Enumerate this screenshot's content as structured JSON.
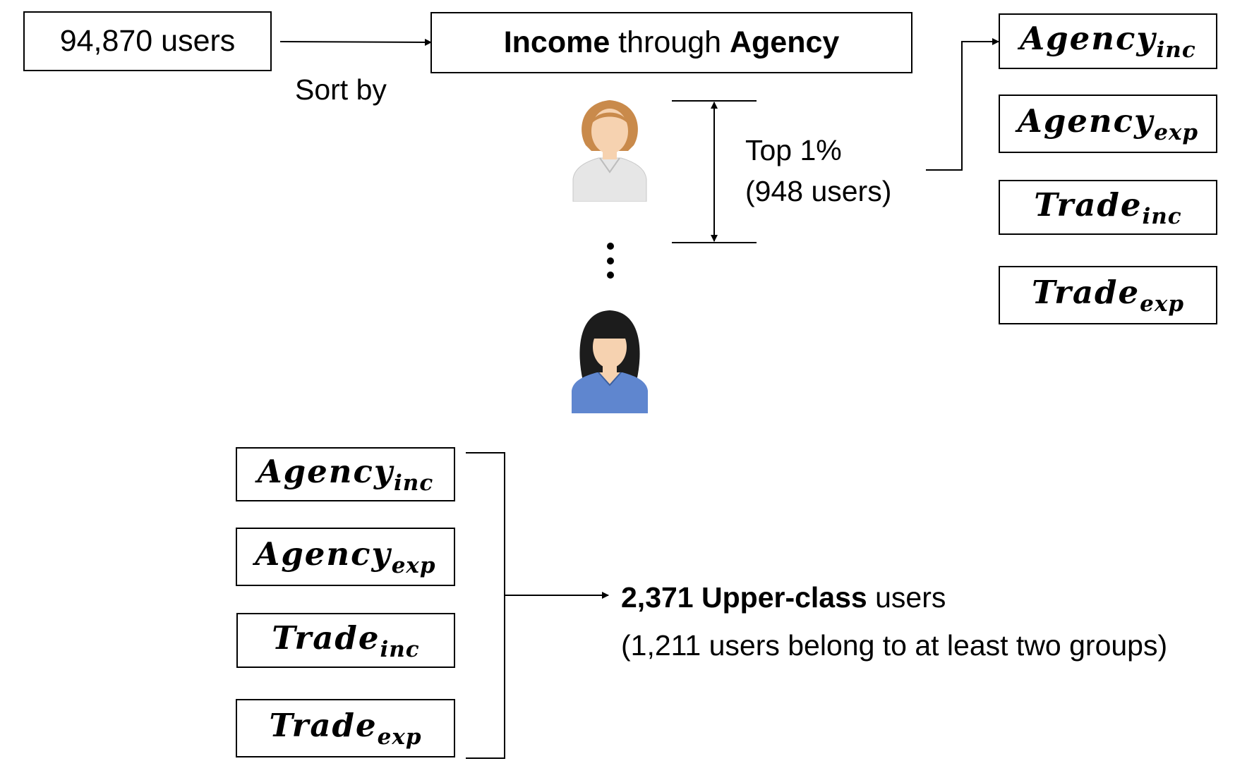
{
  "source_box": {
    "label": "94,870 users"
  },
  "sort_label": "Sort by",
  "criterion_box": {
    "bold_1": "Income",
    "middle": " through ",
    "bold_2": "Agency"
  },
  "top_label": {
    "line1": "Top 1%",
    "line2": "(948 users)"
  },
  "groups_right": [
    {
      "base": "Agency",
      "sub": "inc"
    },
    {
      "base": "Agency",
      "sub": "exp"
    },
    {
      "base": "Trade",
      "sub": "inc"
    },
    {
      "base": "Trade",
      "sub": "exp"
    }
  ],
  "groups_bottom": [
    {
      "base": "Agency",
      "sub": "inc"
    },
    {
      "base": "Agency",
      "sub": "exp"
    },
    {
      "base": "Trade",
      "sub": "inc"
    },
    {
      "base": "Trade",
      "sub": "exp"
    }
  ],
  "result": {
    "bold": "2,371 Upper-class",
    "rest": " users",
    "note": "(1,211 users belong to at least two groups)"
  },
  "colors": {
    "person1_hair": "#c98a4b",
    "person1_shirt": "#e6e6e6",
    "person2_hair": "#1c1c1c",
    "person2_shirt": "#5f86cf",
    "skin": "#f6d2b0"
  }
}
